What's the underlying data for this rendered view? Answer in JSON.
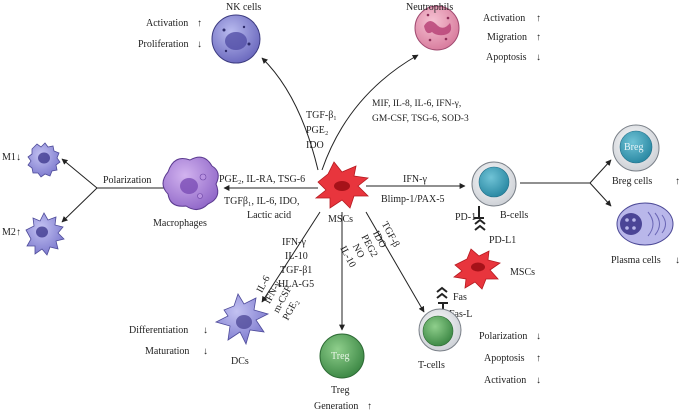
{
  "nk": {
    "label": "NK cells",
    "effects": [
      {
        "text": "Activation",
        "arrow": "↑"
      },
      {
        "text": "Proliferation",
        "arrow": "↓"
      }
    ]
  },
  "neutrophils": {
    "label": "Neutrophils",
    "effects": [
      {
        "text": "Activation",
        "arrow": "↑"
      },
      {
        "text": "Migration",
        "arrow": "↑"
      },
      {
        "text": "Apoptosis",
        "arrow": "↓"
      }
    ]
  },
  "msc_nk_factors": [
    "TGF-β₁",
    "PGE₂",
    "IDO"
  ],
  "msc_neutro_factors": [
    "MIF, IL-8, IL-6, IFN-γ,",
    "GM-CSF, TSG-6, SOD-3"
  ],
  "macrophages": {
    "label": "Macrophages",
    "factors_top": "PGE₂, IL-RA, TSG-6",
    "factors_bottom": [
      "TGFβ₁, IL-6, IDO,",
      "Lactic acid"
    ],
    "polarization": "Polarization",
    "m1": {
      "label": "M1",
      "arrow": "↓"
    },
    "m2": {
      "label": "M2",
      "arrow": "↑"
    }
  },
  "msc_label": "MSCs",
  "bcell": {
    "factors_top": "IFN-γ",
    "factors_bottom": "Blimp-1/PAX-5",
    "label": "B-cells",
    "pd1": "PD-1",
    "pdl1": "PD-L1"
  },
  "breg": {
    "inner": "Breg",
    "label": "Breg cells",
    "arrow": "↑"
  },
  "plasma": {
    "label": "Plasma cells",
    "arrow": "↓"
  },
  "msc2_label": "MSCs",
  "fas": "Fas",
  "fasl": "Fas-L",
  "dcs": {
    "factors": [
      "IL-6",
      "IFN-γ",
      "m-CSF",
      "PGE₂"
    ],
    "label": "DCs",
    "effects": [
      {
        "text": "Differentiation",
        "arrow": "↓"
      },
      {
        "text": "Maturation",
        "arrow": "↓"
      }
    ]
  },
  "treg": {
    "factors": [
      "IFN-γ",
      "IL-10",
      "TGF-β1",
      "HLA-G5"
    ],
    "inner": "Treg",
    "label": "Treg",
    "generation": "Generation",
    "arrow": "↑"
  },
  "tcell": {
    "factors": [
      "TGF-β",
      "IDO",
      "PEG2",
      "NO",
      "IL-10"
    ],
    "label": "T-cells",
    "effects": [
      {
        "text": "Polarization",
        "arrow": "↓"
      },
      {
        "text": "Apoptosis",
        "arrow": "↑"
      },
      {
        "text": "Activation",
        "arrow": "↓"
      }
    ]
  }
}
